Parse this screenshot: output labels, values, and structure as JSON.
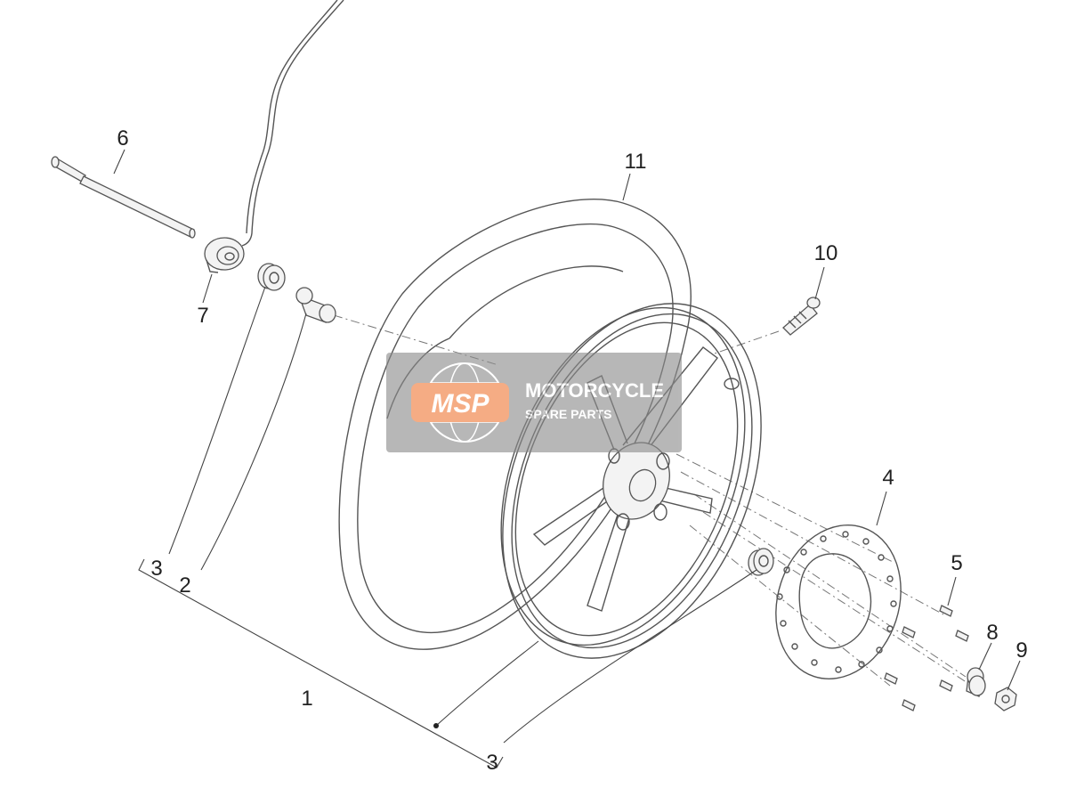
{
  "callouts": {
    "c1": "1",
    "c2": "2",
    "c3_left": "3",
    "c3_bottom": "3",
    "c4": "4",
    "c5": "5",
    "c6": "6",
    "c7": "7",
    "c8": "8",
    "c9": "9",
    "c10": "10",
    "c11": "11"
  },
  "watermark": {
    "logo_text": "MSP",
    "brand_line1": "MOTORCYCLE",
    "brand_line2": "SPARE PARTS",
    "box_color": "#8c8c8c",
    "logo_color": "#f07a3a"
  },
  "colors": {
    "line": "#555555",
    "text": "#222222"
  }
}
